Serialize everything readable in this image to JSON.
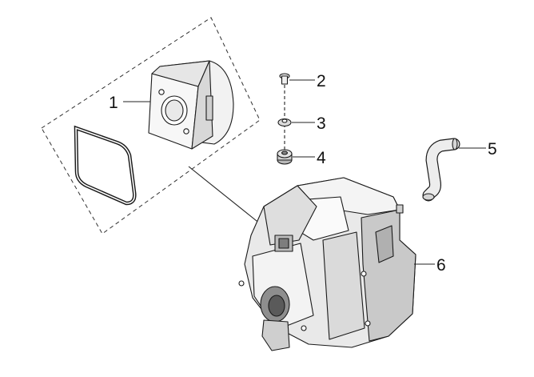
{
  "diagram": {
    "callouts": [
      {
        "id": "1",
        "label": "1"
      },
      {
        "id": "2",
        "label": "2"
      },
      {
        "id": "3",
        "label": "3"
      },
      {
        "id": "4",
        "label": "4"
      },
      {
        "id": "5",
        "label": "5"
      },
      {
        "id": "6",
        "label": "6"
      }
    ],
    "colors": {
      "line": "#1a1a1a",
      "part_light": "#f2f2f2",
      "part_mid": "#d8d8d8",
      "part_dark": "#9a9a9a",
      "dashed_box": "#333333"
    },
    "icons": {
      "part_1": "intake-adapter-block",
      "gasket": "gasket-ring",
      "part_2": "screw",
      "part_3": "washer",
      "part_4": "grommet",
      "part_5": "hose",
      "part_6": "air-filter-housing"
    }
  }
}
